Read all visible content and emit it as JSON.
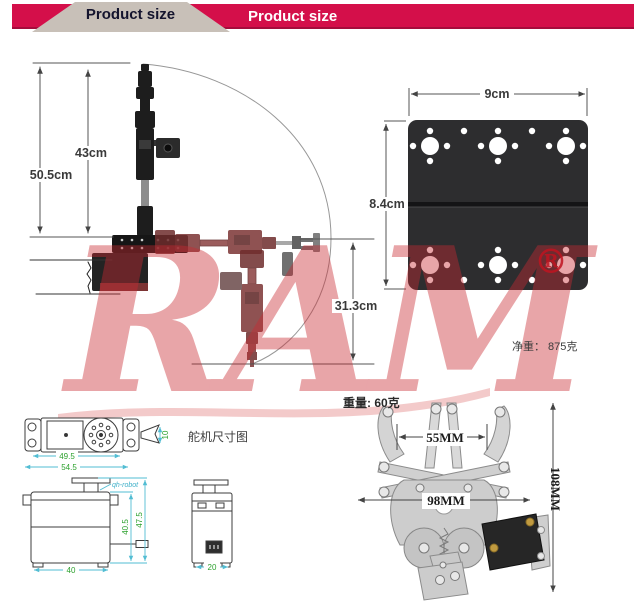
{
  "header": {
    "tab_label": "Product size",
    "banner_label": "Product size"
  },
  "arm": {
    "dim_total": "50.5cm",
    "dim_upper": "43cm",
    "dim_lower": "31.3cm"
  },
  "plate": {
    "dim_width": "9cm",
    "dim_height": "8.4cm",
    "net_weight": "净重： 875克"
  },
  "servo": {
    "title": "舵机尺寸图",
    "brand": "qh-robot",
    "d_495": "49.5",
    "d_545": "54.5",
    "d_10": "10",
    "d_40": "40",
    "d_405": "40.5",
    "d_475": "47.5",
    "d_20": "20"
  },
  "gripper": {
    "weight": "重量: 60克",
    "d_55": "55MM",
    "d_98": "98MM",
    "d_108": "108MM"
  },
  "watermark": {
    "text": "RAM",
    "registered": "®"
  },
  "colors": {
    "banner_red": "#d40f4a",
    "tab_gray": "#c8c0b8",
    "plate_dark": "#2d2d2f",
    "arm_black": "#1d1d1d",
    "arm_maroon": "#7c3434",
    "dim_green": "#2da12e",
    "dim_cyan": "#52bdd3",
    "watermark_red": "#c92a32",
    "metal_gray": "#cdcdcd"
  }
}
